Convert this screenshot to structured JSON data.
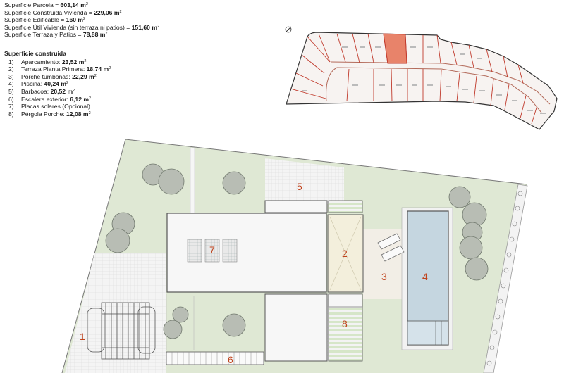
{
  "specs": [
    {
      "label": "Superficie Parcela = ",
      "value": "603,14 m",
      "sup": "2"
    },
    {
      "label": "Superficie Construida Vivienda = ",
      "value": "229,06 m",
      "sup": "2"
    },
    {
      "label": "Superficie Edificable = ",
      "value": "160 m",
      "sup": "2"
    },
    {
      "label": "Superficie Útil Vivienda (sin terraza ni patios) = ",
      "value": "151,60 m",
      "sup": "2"
    },
    {
      "label": "Superficie Terraza y Patios = ",
      "value": "78,88 m",
      "sup": "2"
    }
  ],
  "built_area": {
    "heading": "Superficie construida",
    "items": [
      {
        "num": "1)",
        "label": "Aparcamiento: ",
        "value": "23,52 m",
        "sup": "2"
      },
      {
        "num": "2)",
        "label": "Terraza Planta Primera: ",
        "value": "18,74 m",
        "sup": "2"
      },
      {
        "num": "3)",
        "label": "Porche tumbonas: ",
        "value": "22,29 m",
        "sup": "2"
      },
      {
        "num": "4)",
        "label": "Piscina: ",
        "value": "40,24 m",
        "sup": "2"
      },
      {
        "num": "5)",
        "label": "Barbacoa: ",
        "value": "20,52 m",
        "sup": "2"
      },
      {
        "num": "6)",
        "label": "Escalera exterior: ",
        "value": "6,12 m",
        "sup": "2"
      },
      {
        "num": "7)",
        "label": "Placas solares (Opcional)",
        "value": "",
        "sup": ""
      },
      {
        "num": "8)",
        "label": "Pérgola Porche: ",
        "value": "12,08 m",
        "sup": "2"
      }
    ]
  },
  "plan_labels": {
    "z1": "1",
    "z2": "2",
    "z3": "3",
    "z4": "4",
    "z5": "5",
    "z6": "6",
    "z7": "7",
    "z8": "8"
  },
  "colors": {
    "garden": "#dfe8d4",
    "paving": "#f1f1f1",
    "pool": "#c5d6e0",
    "highlight_plot": "#e8836a",
    "plot_border": "#c0392b",
    "label": "#c0441e"
  }
}
